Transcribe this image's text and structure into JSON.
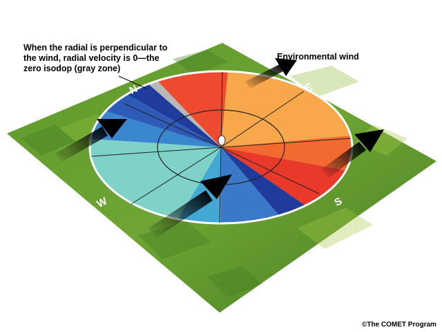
{
  "callout_text": "When the radial is perpendicular to the wind, radial velocity is 0—the zero isodop (gray zone)",
  "wind_label": "Environmental wind",
  "credit": "©The COMET Program",
  "compass": {
    "north": "N",
    "east": "E",
    "south": "S",
    "west": "W"
  },
  "colors": {
    "ground_dark": "#3f7a1f",
    "ground_light": "#8ebd3a",
    "ring": "#ffffff",
    "outbound_strong": "#e8392a",
    "outbound_mid": "#f26a30",
    "outbound_light": "#f8a84a",
    "inbound_strong": "#1f3c9c",
    "inbound_mid": "#3a78c8",
    "inbound_light": "#7fd2c8",
    "zero_isodop": "#b8b8b8"
  }
}
